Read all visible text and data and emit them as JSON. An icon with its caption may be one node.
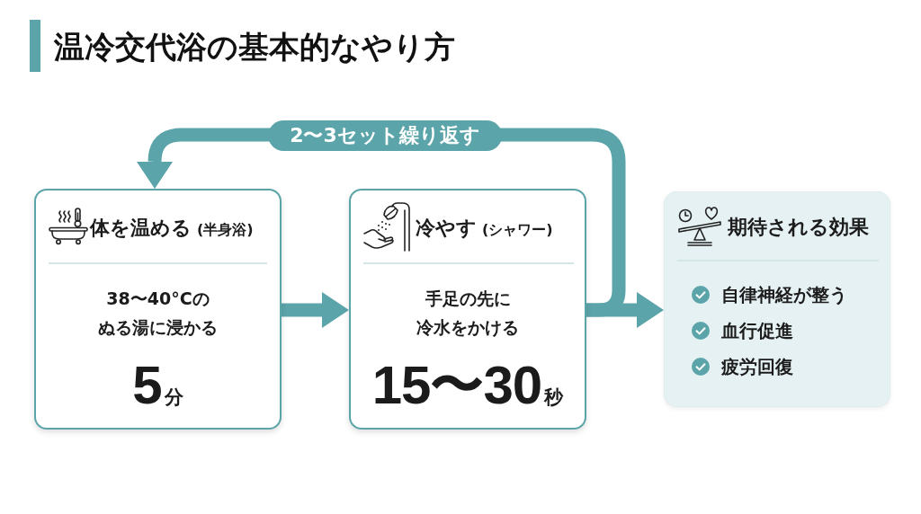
{
  "diagram": {
    "title": "温冷交代浴の基本的なやり方",
    "nodes": [
      {
        "text": [
          "体を温める",
          "(半身浴)",
          "38〜40°Cのぬる湯に浸かる",
          "5",
          "分"
        ]
      },
      {
        "text": [
          "冷やす",
          "(シャワー)",
          "手足の先に冷水をかける",
          "15〜30",
          "秒"
        ]
      },
      {
        "text": [
          "期待される効果",
          "自律神経が整う",
          "血行促進",
          "疲労回復"
        ]
      }
    ],
    "edges": [
      {
        "from": 0,
        "to": 1,
        "arrow": "to"
      },
      {
        "from": 1,
        "to": 2,
        "arrow": "to"
      },
      {
        "from": 1,
        "to": 0,
        "arrow": "to",
        "label": "2〜3セット繰り返す"
      }
    ]
  }
}
